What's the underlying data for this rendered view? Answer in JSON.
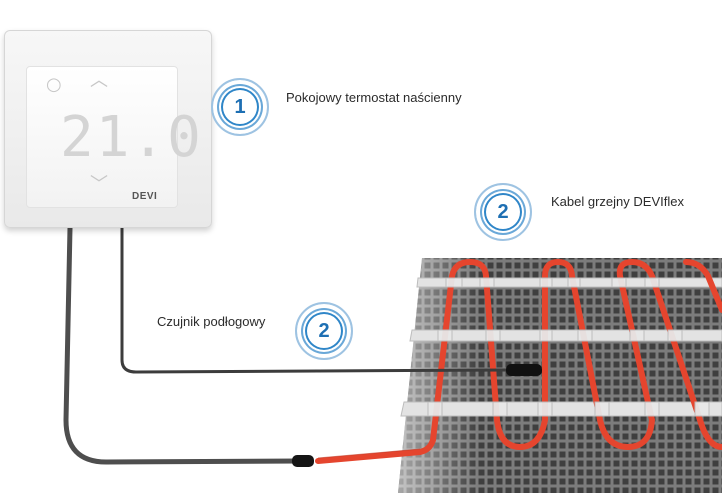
{
  "labels": {
    "thermostat": "Pokojowy termostat naścienny",
    "heating_cable": "Kabel grzejny DEVIflex",
    "floor_sensor": "Czujnik podłogowy"
  },
  "badges": {
    "thermostat": "1",
    "heating_cable": "2",
    "floor_sensor": "2"
  },
  "thermostat": {
    "temperature": "21.0",
    "brand": "DEVI"
  },
  "colors": {
    "badge_blue": "#1d6fb3",
    "cable_red": "#e5452e",
    "wire_grey": "#555555",
    "mesh_grey": "#6f6f6f"
  }
}
